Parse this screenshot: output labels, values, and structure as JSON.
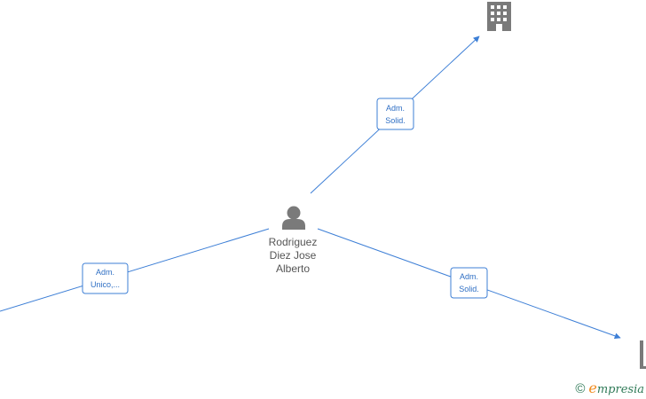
{
  "person": {
    "name_lines": [
      "Rodriguez",
      "Diez Jose",
      "Alberto"
    ]
  },
  "edges": [
    {
      "label_lines": [
        "Adm.",
        "Solid."
      ]
    },
    {
      "label_lines": [
        "Adm.",
        "Unico,..."
      ]
    },
    {
      "label_lines": [
        "Adm.",
        "Solid."
      ]
    }
  ],
  "companies": [
    {
      "icon": "building-icon"
    },
    {
      "icon": "building-icon"
    }
  ],
  "watermark": {
    "copyright": "©",
    "brand_initial": "e",
    "brand_rest": "mpresia"
  },
  "colors": {
    "edge": "#3d7fd6",
    "icon": "#7a7a7a",
    "brand_green": "#2f7a57",
    "brand_orange": "#f08a1c"
  }
}
